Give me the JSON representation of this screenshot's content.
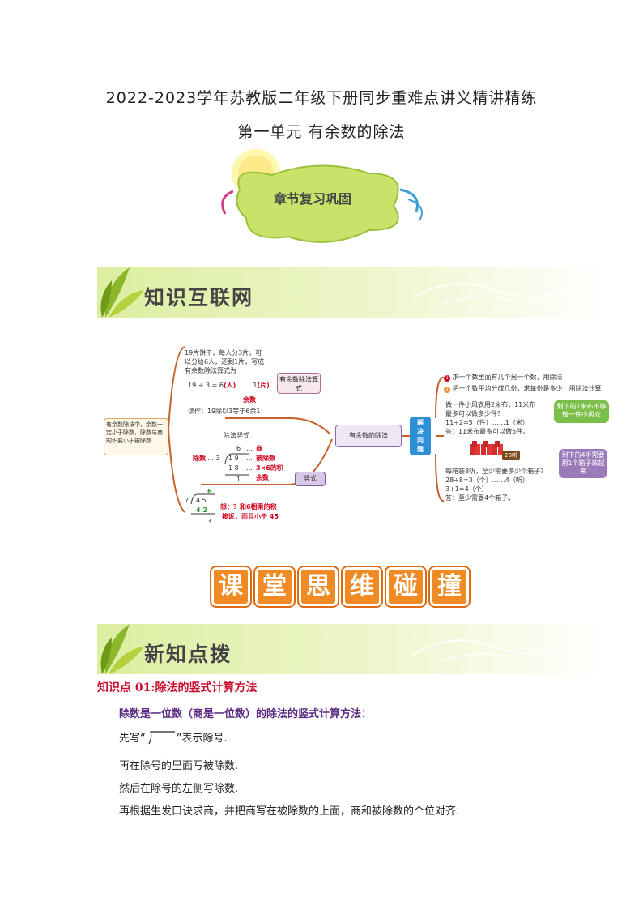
{
  "header": {
    "title": "2022-2023学年苏教版二年级下册同步重难点讲义精讲精练",
    "subtitle": "第一单元  有余数的除法"
  },
  "chapter_badge": "章节复习巩固",
  "section1": {
    "title": "知识互联网"
  },
  "mindmap": {
    "left_note": "有余数除法中，余数一定小于除数，除数与商的积要小于被除数",
    "block1": {
      "text": "19片饼干，每人分3片，可以分给6人，还剩1片，写成有余数除法算式为",
      "eq_a": "19  ÷  3 = 6",
      "eq_b": "(人)",
      "eq_c": "……  1",
      "eq_d": "(片)",
      "remainder": "余数",
      "read": "读作：19除以3等于6余1"
    },
    "node_formula": "有余数除法算式",
    "node_center": "有余数的除法",
    "node_vertical": "竖式",
    "block2": {
      "title": "除法竖式",
      "divisor": "除数",
      "r_six": "6",
      "r_19": "1  9",
      "r_18": "1  8",
      "r_one": "1",
      "l_quotient": "商",
      "l_dividend": "被除数",
      "l_product": "3×6的积",
      "l_remainder": "余数"
    },
    "block3": {
      "divisor": "7",
      "q": "6",
      "d": "4  5",
      "p": "4  2",
      "r": "3",
      "think1": "想：？和6相乘的积",
      "think2": "接近，而且小于 45"
    },
    "node_solve": "解决问题",
    "right": {
      "b1": "求一个数里面有几个另一个数，用除法",
      "b2": "把一个数平均分成几份，求每份是多少，用除法计算",
      "p1_line1": "做一件小风衣用2米布，11米布",
      "p1_line2": "最多可以做多少件？",
      "p1_line3": "11÷2=5（件）……1（米）",
      "p1_line4": "答：11米布最多可以做5件。",
      "note1": "剩下的1米布不够做一件小风衣",
      "tag": "28听",
      "p2_line1": "每箱装8听，至少需要多少个箱子？",
      "p2_line2": "28÷8=3（个）……4（听）",
      "p2_line3": "3+1=4（个）",
      "p2_line4": "答：至少需要4个箱子。",
      "note2": "剩下的4听需要用1个箱子装起来"
    }
  },
  "classroom_banner": [
    "课",
    "堂",
    "思",
    "维",
    "碰",
    "撞"
  ],
  "section2": {
    "title": "新知点拨"
  },
  "knowledge": {
    "title": "知识点 01:除法的竖式计算方法",
    "subtitle": "除数是一位数（商是一位数）的除法的竖式计算方法：",
    "line1_pre": "先写“",
    "line1_post": "”表示除号.",
    "line2": "再在除号的里面写被除数.",
    "line3": "然后在除号的左侧写除数.",
    "line4": "再根据生发口诀求商，并把商写在被除数的上面，商和被除数的个位对齐."
  },
  "colors": {
    "accent_red": "#c8102e",
    "purple": "#5a2a82",
    "banner_green": "#dceea0",
    "solve_blue": "#2d8fd8",
    "orange": "#f08a24"
  }
}
